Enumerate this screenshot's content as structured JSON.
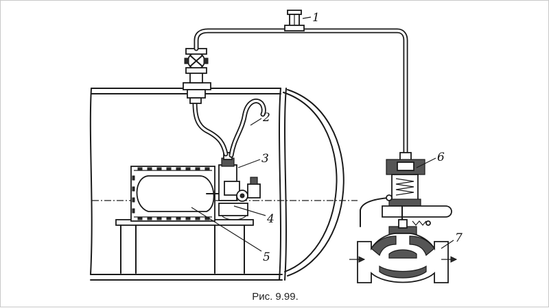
{
  "caption": "Рис. 9.99.",
  "labels": [
    "1",
    "2",
    "3",
    "4",
    "5",
    "6",
    "7"
  ]
}
